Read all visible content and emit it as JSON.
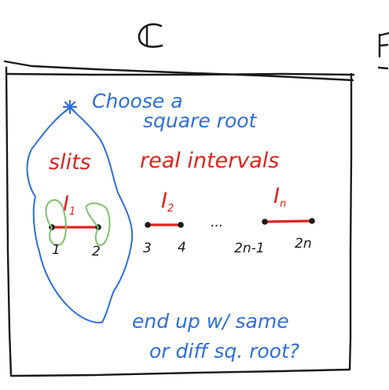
{
  "labels": {
    "plane_symbol": "ℂ",
    "partial_letter": "F",
    "note_top_line1": "Choose a",
    "note_top_line2": "square root",
    "slits": "slits",
    "real_intervals": "real intervals",
    "interval_1": "I",
    "interval_1_sub": "1",
    "interval_2": "I",
    "interval_2_sub": "2",
    "interval_n": "I",
    "interval_n_sub": "n",
    "ellipsis": "...",
    "end_1": "1",
    "end_2": "2",
    "end_3": "3",
    "end_4": "4",
    "end_2n_1": "2n-1",
    "end_2n": "2n",
    "question_line1": "end up w/ same",
    "question_line2": "or diff sq. root?"
  },
  "colors": {
    "ink": "#1a1a1a",
    "red": "#e0231c",
    "blue": "#2d6fdb",
    "green": "#7cc46a"
  },
  "icons": {
    "basepoint": "star-icon"
  }
}
